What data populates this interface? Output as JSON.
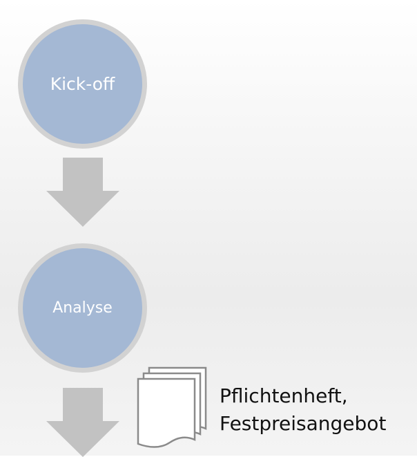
{
  "steps": [
    {
      "label": "Kick-off"
    },
    {
      "label": "Analyse"
    }
  ],
  "deliverable": {
    "line1": "Pflichtenheft,",
    "line2": "Festpreisangebot"
  },
  "colors": {
    "circle_fill": "#a4b8d4",
    "circle_border": "#d2d2d2",
    "arrow": "#c2c2c2",
    "text_on_circle": "#ffffff",
    "label_text": "#111111"
  },
  "icons": {
    "arrow": "down-arrow-icon",
    "document": "document-stack-icon"
  }
}
